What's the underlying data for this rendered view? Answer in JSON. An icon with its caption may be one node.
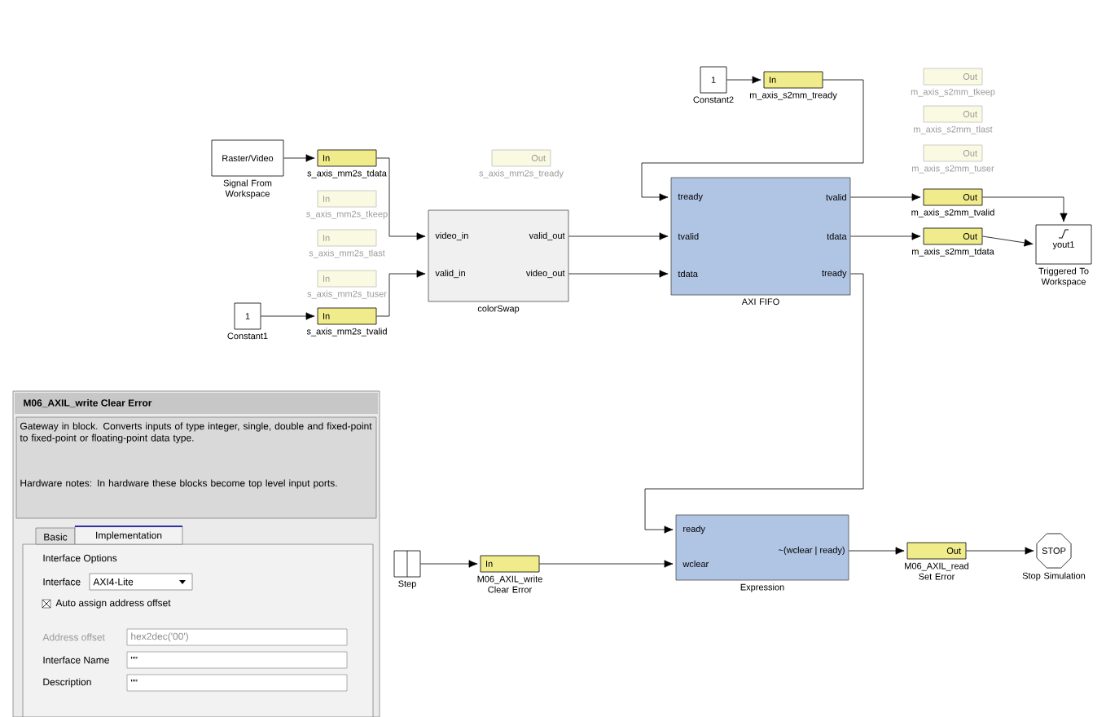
{
  "diagram": {
    "nodes": [
      {
        "text": [
          "Raster/Video"
        ],
        "beside": [
          "Signal From Workspace"
        ]
      },
      {
        "text": [
          "In"
        ],
        "beside": [
          "s_axis_mm2s_tdata"
        ]
      },
      {
        "text": [
          "In"
        ],
        "beside": [
          "s_axis_mm2s_tkeep"
        ]
      },
      {
        "text": [
          "In"
        ],
        "beside": [
          "s_axis_mm2s_tlast"
        ]
      },
      {
        "text": [
          "In"
        ],
        "beside": [
          "s_axis_mm2s_tuser"
        ]
      },
      {
        "text": [
          "1"
        ],
        "beside": [
          "Constant1"
        ]
      },
      {
        "text": [
          "In"
        ],
        "beside": [
          "s_axis_mm2s_tvalid"
        ]
      },
      {
        "text": [
          "video_in",
          "valid_in",
          "valid_out",
          "video_out"
        ],
        "beside": [
          "colorSwap"
        ]
      },
      {
        "text": [
          "Out"
        ],
        "beside": [
          "s_axis_mm2s_tready"
        ]
      },
      {
        "text": [
          "1"
        ],
        "beside": [
          "Constant2"
        ]
      },
      {
        "text": [
          "In"
        ],
        "beside": [
          "m_axis_s2mm_tready"
        ]
      },
      {
        "text": [
          "Out"
        ],
        "beside": [
          "m_axis_s2mm_tkeep"
        ]
      },
      {
        "text": [
          "Out"
        ],
        "beside": [
          "m_axis_s2mm_tlast"
        ]
      },
      {
        "text": [
          "Out"
        ],
        "beside": [
          "m_axis_s2mm_tuser"
        ]
      },
      {
        "text": [
          "tready",
          "tvalid",
          "tdata",
          "tvalid",
          "tdata",
          "tready"
        ],
        "beside": [
          "AXI FIFO"
        ]
      },
      {
        "text": [
          "Out"
        ],
        "beside": [
          "m_axis_s2mm_tvalid"
        ]
      },
      {
        "text": [
          "Out"
        ],
        "beside": [
          "m_axis_s2mm_tdata"
        ]
      },
      {
        "text": [
          "yout1"
        ],
        "beside": [
          "Triggered To Workspace"
        ]
      },
      {
        "text": [],
        "shape": "box",
        "beside": [
          "Step"
        ]
      },
      {
        "text": [
          "In"
        ],
        "beside": [
          "M06_AXIL_write Clear Error"
        ]
      },
      {
        "text": [
          "ready",
          "wclear",
          "~(wclear | ready)"
        ],
        "beside": [
          "Expression"
        ]
      },
      {
        "text": [
          "Out"
        ],
        "beside": [
          "M06_AXIL_read Set Error"
        ]
      },
      {
        "text": [
          "STOP"
        ],
        "beside": [
          "Stop Simulation"
        ]
      }
    ],
    "edges": [
      {
        "from": 0,
        "to": 1,
        "arrow": "to"
      },
      {
        "from": 1,
        "to": 7,
        "arrow": "to"
      },
      {
        "from": 5,
        "to": 6,
        "arrow": "to"
      },
      {
        "from": 6,
        "to": 7,
        "arrow": "to"
      },
      {
        "from": 9,
        "to": 10,
        "arrow": "to"
      },
      {
        "from": 10,
        "to": 14,
        "arrow": "to"
      },
      {
        "from": 7,
        "to": 14,
        "arrow": "to"
      },
      {
        "from": 7,
        "to": 14,
        "arrow": "to"
      },
      {
        "from": 14,
        "to": 15,
        "arrow": "to"
      },
      {
        "from": 14,
        "to": 16,
        "arrow": "to"
      },
      {
        "from": 15,
        "to": 17,
        "arrow": "to"
      },
      {
        "from": 16,
        "to": 17,
        "arrow": "to"
      },
      {
        "from": 14,
        "to": 20,
        "arrow": "to"
      },
      {
        "from": 18,
        "to": 19,
        "arrow": "to"
      },
      {
        "from": 19,
        "to": 20,
        "arrow": "to"
      },
      {
        "from": 20,
        "to": 21,
        "arrow": "to"
      },
      {
        "from": 21,
        "to": 22,
        "arrow": "to"
      }
    ],
    "labels": [
      "M06_AXIL_write Clear Error",
      "Gateway in block. Converts inputs of type integer, single, double and fixed-point to fixed-point or floating-point data type.",
      "Hardware notes: In hardware these blocks become top level input ports.",
      "Basic",
      "Implementation",
      "Interface Options",
      "Interface",
      "AXI4-Lite",
      "Auto assign address offset",
      "Address offset",
      "hex2dec('00')",
      "Interface Name",
      "\"\"",
      "Description",
      "\"\""
    ]
  }
}
